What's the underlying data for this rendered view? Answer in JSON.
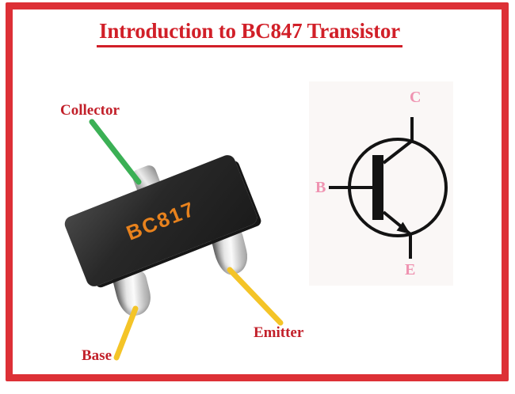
{
  "theme": {
    "border_red": "#dd3036",
    "title_red": "#d11f28",
    "label_red": "#c2202a",
    "pink": "#ef93b1",
    "marking_orange": "#e8821d",
    "arrow_green": "#3bb055",
    "arrow_yellow": "#f4c427",
    "symbol_ink": "#131313"
  },
  "title": {
    "text": "Introduction to BC847 Transistor"
  },
  "package_view": {
    "marking": "BC817",
    "collector_label": "Collector",
    "base_label": "Base",
    "emitter_label": "Emitter"
  },
  "symbol_view": {
    "type": "npn-transistor-symbol",
    "collector_label": "C",
    "base_label": "B",
    "emitter_label": "E"
  }
}
